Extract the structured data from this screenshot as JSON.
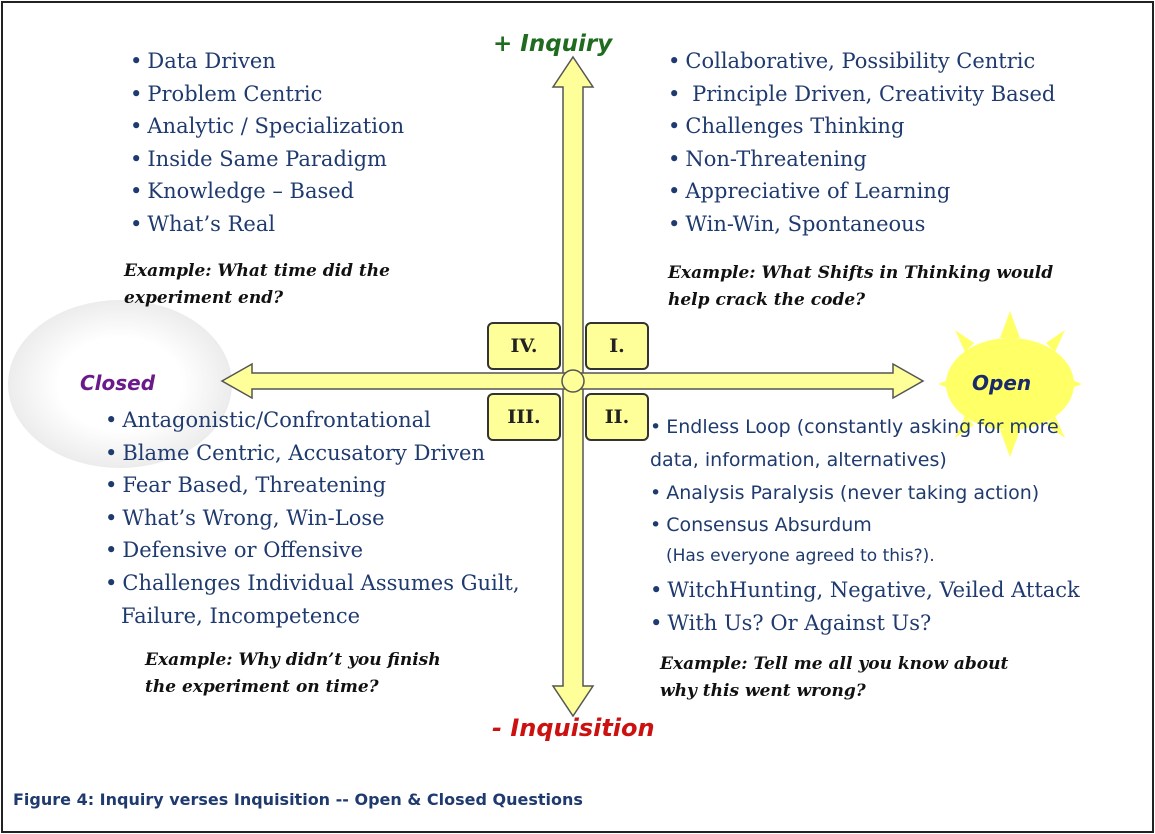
{
  "title_top": "+ Inquiry",
  "title_bottom": "- Inquisition",
  "label_left": "Closed",
  "label_right": "Open",
  "quadrants": {
    "q1": "I.",
    "q2": "II.",
    "q3": "III.",
    "q4": "IV."
  },
  "top_left": {
    "items": [
      "Data Driven",
      "Problem Centric",
      "Analytic / Specialization",
      "Inside Same Paradigm",
      "Knowledge – Based",
      "What’s Real"
    ],
    "example_line1": "Example: What time did the",
    "example_line2": "experiment end?"
  },
  "top_right": {
    "items": [
      "Collaborative, Possibility Centric",
      " Principle Driven, Creativity Based",
      "Challenges Thinking",
      "Non-Threatening",
      "Appreciative of  Learning",
      "Win-Win, Spontaneous"
    ],
    "example_line1": "Example:  What  Shifts in Thinking  would",
    "example_line2": "help crack the code?"
  },
  "bottom_left": {
    "items": [
      "Antagonistic/Confrontational",
      "Blame Centric, Accusatory  Driven",
      "Fear  Based, Threatening",
      "What’s Wrong, Win-Lose",
      "Defensive or Offensive",
      "Challenges Individual Assumes Guilt,"
    ],
    "item_cont": "Failure,  Incompetence",
    "example_line1": "Example: Why didn’t you finish",
    "example_line2": "the experiment on time?"
  },
  "bottom_right": {
    "item1": "Endless Loop (constantly asking for more",
    "item1_cont": "data, information, alternatives)",
    "item2": "Analysis Paralysis (never taking action)",
    "item3": "Consensus  Absurdum",
    "item3_cont": "(Has everyone agreed to this?).",
    "item4": "WitchHunting, Negative, Veiled Attack",
    "item5": "With Us?  Or Against Us?",
    "example_line1": "Example: Tell me all you know about",
    "example_line2": "why this went wrong?"
  },
  "bullet": "•",
  "caption": "Figure 4: Inquiry verses Inquisition -- Open & Closed Questions",
  "colors": {
    "arrow_fill": "#ffff99",
    "arrow_stroke": "#555555",
    "text_blue": "#1f3a6e",
    "inquiry_green": "#1f6b1f",
    "inquisition_red": "#cc1111",
    "closed_purple": "#6a1a8a",
    "open_navy": "#1b2a6b",
    "sun": "#ffff66"
  }
}
